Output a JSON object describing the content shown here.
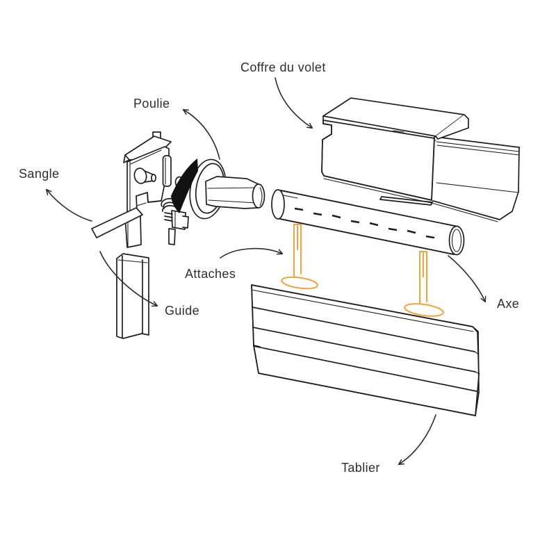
{
  "figure": {
    "kind": "exploded-parts-diagram",
    "colors": {
      "background": "#ffffff",
      "line": "#1e1e1e",
      "accent_orange": "#f0a23c",
      "text": "#2e2e2e"
    },
    "labels": {
      "coffre": "Coffre du volet",
      "poulie": "Poulie",
      "sangle": "Sangle",
      "attaches": "Attaches",
      "guide": "Guide",
      "axe": "Axe",
      "tablier": "Tablier"
    }
  }
}
